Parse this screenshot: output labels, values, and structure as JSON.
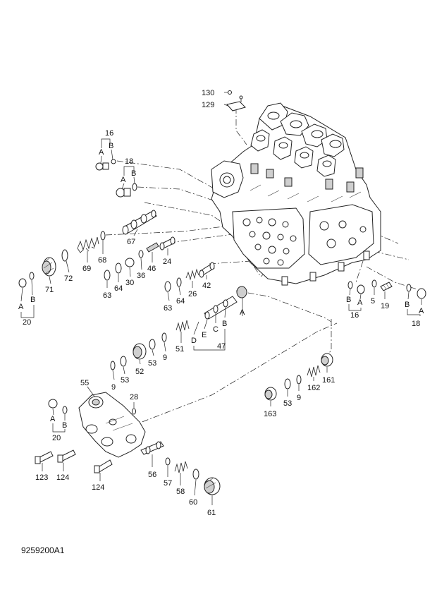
{
  "drawing_number": "9259200A1",
  "callouts": {
    "p130": "130",
    "p129": "129",
    "p16a": "16",
    "p18a": "18",
    "p67": "67",
    "p68": "68",
    "p69": "69",
    "p72": "72",
    "p71": "71",
    "p20a": "20",
    "p24": "24",
    "p46": "46",
    "p36": "36",
    "p30": "30",
    "p64a": "64",
    "p63a": "63",
    "p42": "42",
    "p26": "26",
    "p64b": "64",
    "p63b": "63",
    "p47": "47",
    "p51": "51",
    "p9a": "9",
    "p53a": "53",
    "p52": "52",
    "p9b": "9",
    "p53b": "53",
    "p16b": "16",
    "p5": "5",
    "p19": "19",
    "p18b": "18",
    "p161": "161",
    "p162": "162",
    "p9c": "9",
    "p53c": "53",
    "p163": "163",
    "p55": "55",
    "p28": "28",
    "p20b": "20",
    "p123": "123",
    "p124a": "124",
    "p124b": "124",
    "p56": "56",
    "p57": "57",
    "p58": "58",
    "p60": "60",
    "p61": "61"
  },
  "letters": {
    "a1": "A",
    "b1": "B",
    "a2": "A",
    "b2": "B",
    "a3": "A",
    "b3": "B",
    "a4": "A",
    "b4": "B",
    "a5": "A",
    "b5": "B",
    "a6": "A",
    "b6": "B",
    "a7": "A",
    "c7": "C",
    "d7": "D",
    "e7": "E",
    "b7": "B"
  }
}
